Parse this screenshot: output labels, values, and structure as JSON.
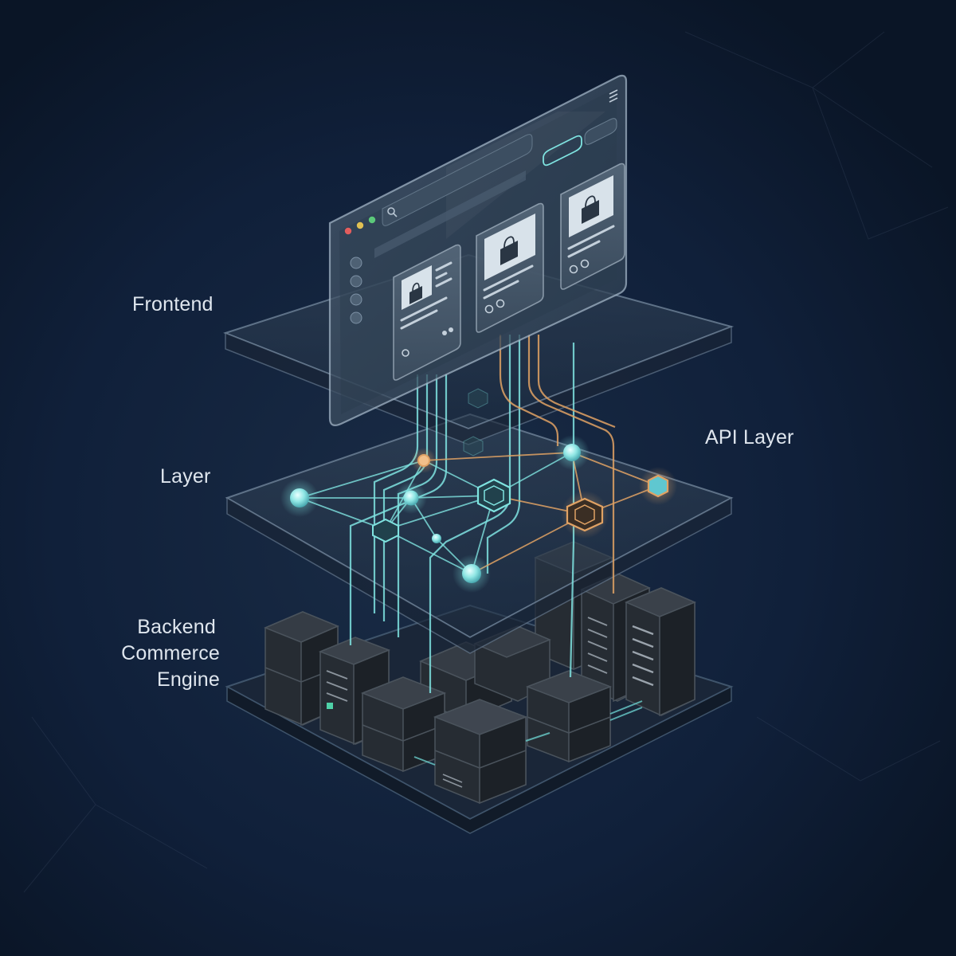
{
  "labels": {
    "frontend": "Frontend",
    "layer": "Layer",
    "api_layer": "API Layer",
    "backend": [
      "Backend",
      "Commerce",
      "Engine"
    ]
  },
  "colors": {
    "background": "#0d1a2e",
    "teal_accent": "#7fe3e0",
    "orange_accent": "#e0a264",
    "panel_glass": "#2a3b4e",
    "server_body": "#23282e"
  },
  "icons": {
    "window_controls": [
      "red-dot",
      "yellow-dot",
      "green-dot"
    ],
    "search": "search-icon",
    "menu": "hamburger-icon",
    "product": "shopping-bag-icon"
  }
}
